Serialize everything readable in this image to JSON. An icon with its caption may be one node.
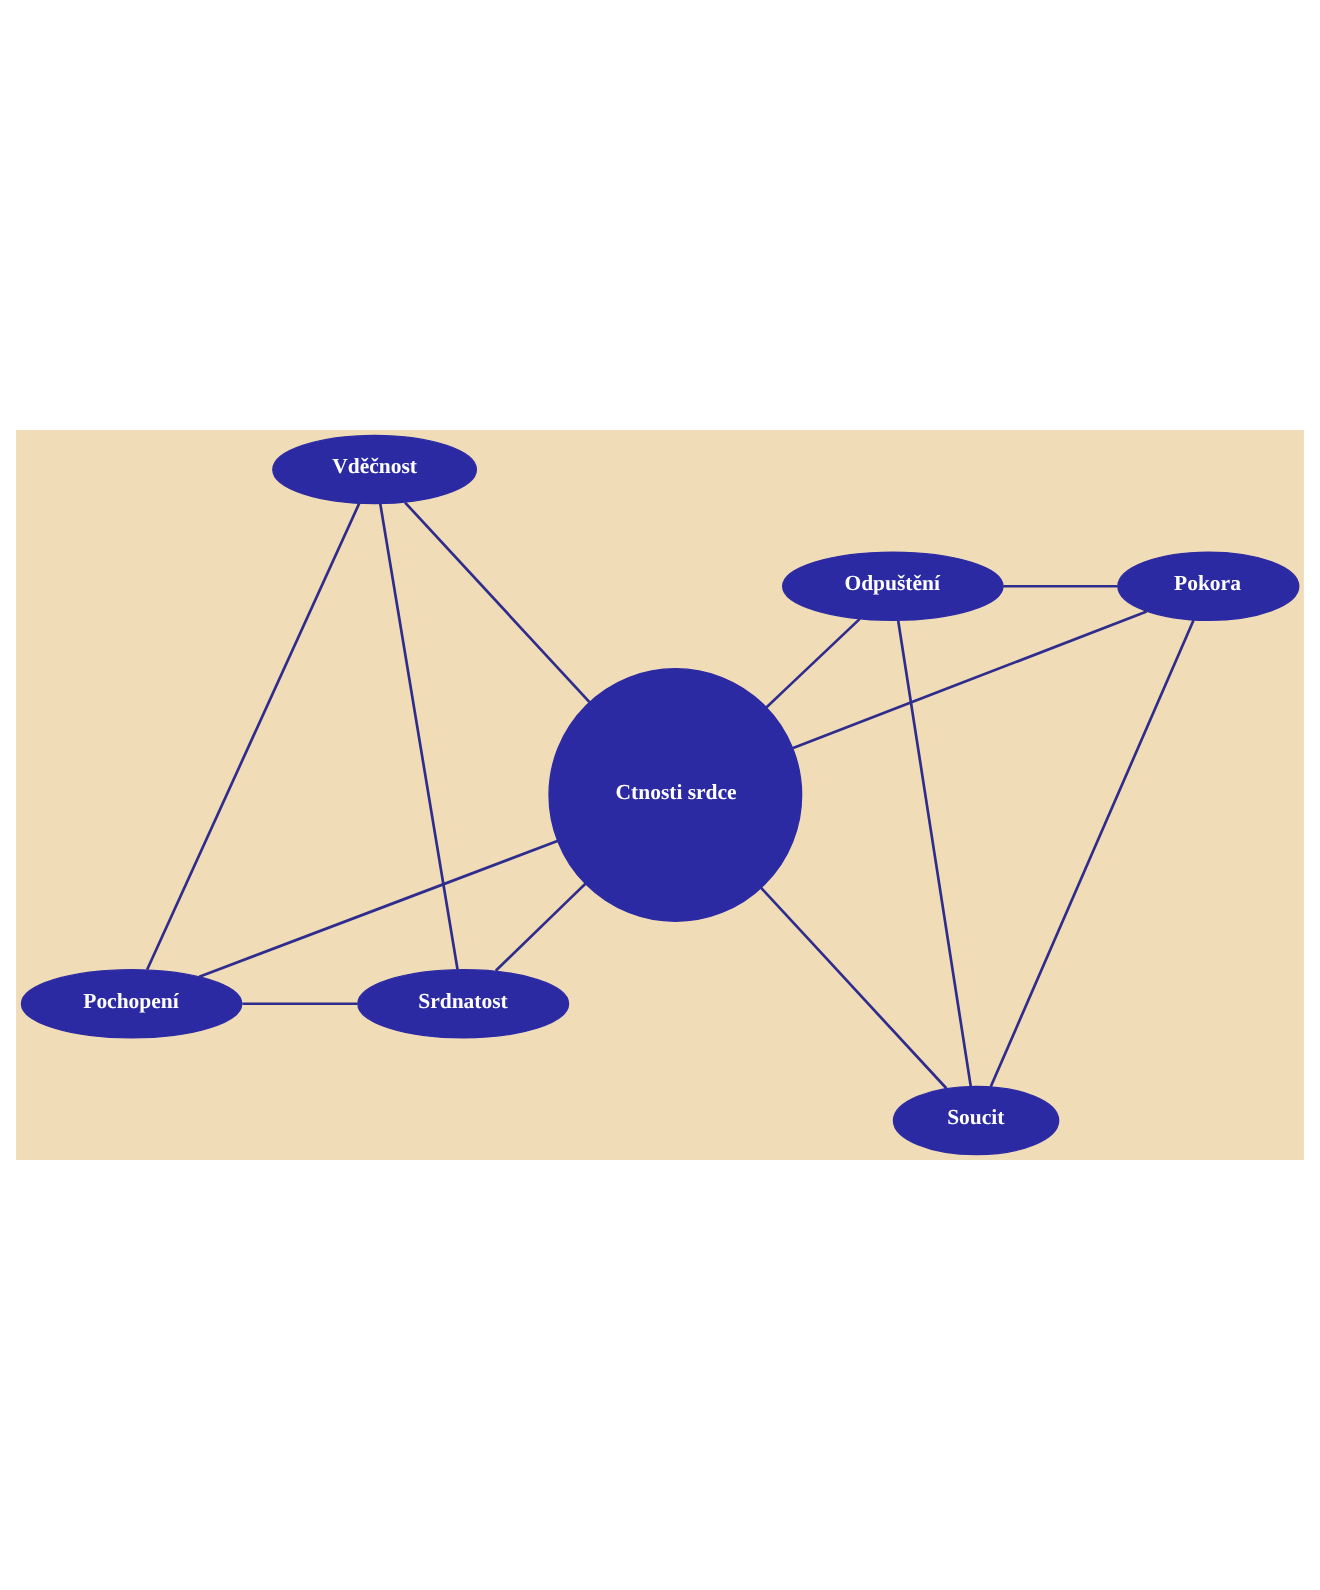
{
  "diagram": {
    "nodes": [
      {
        "text": [
          "Vděčnost"
        ]
      },
      {
        "text": [
          "Odpuštění"
        ]
      },
      {
        "text": [
          "Pokora"
        ]
      },
      {
        "text": [
          "Ctnosti srdce"
        ]
      },
      {
        "text": [
          "Pochopení"
        ]
      },
      {
        "text": [
          "Srdnatost"
        ]
      },
      {
        "text": [
          "Soucit"
        ]
      }
    ],
    "edges": [
      {
        "from": 0,
        "to": 3,
        "arrow": "none"
      },
      {
        "from": 3,
        "to": 6,
        "arrow": "none"
      },
      {
        "from": 1,
        "to": 3,
        "arrow": "none"
      },
      {
        "from": 3,
        "to": 5,
        "arrow": "none"
      },
      {
        "from": 2,
        "to": 3,
        "arrow": "none"
      },
      {
        "from": 3,
        "to": 4,
        "arrow": "none"
      },
      {
        "from": 0,
        "to": 4,
        "arrow": "none"
      },
      {
        "from": 0,
        "to": 5,
        "arrow": "none"
      },
      {
        "from": 4,
        "to": 5,
        "arrow": "none"
      },
      {
        "from": 1,
        "to": 2,
        "arrow": "none"
      },
      {
        "from": 1,
        "to": 6,
        "arrow": "none"
      },
      {
        "from": 2,
        "to": 6,
        "arrow": "none"
      }
    ]
  }
}
